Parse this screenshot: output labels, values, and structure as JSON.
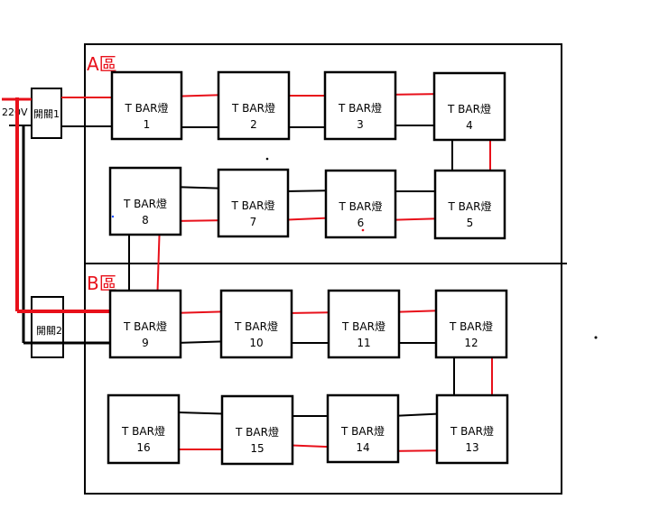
{
  "zones": {
    "a": {
      "label": "A區"
    },
    "b": {
      "label": "B區"
    }
  },
  "power": {
    "label": "220V"
  },
  "switches": {
    "s1": {
      "label": "開關1"
    },
    "s2": {
      "label": "開關2"
    }
  },
  "lamp_text": "T BAR燈",
  "lamps": [
    {
      "num": "1"
    },
    {
      "num": "2"
    },
    {
      "num": "3"
    },
    {
      "num": "4"
    },
    {
      "num": "5"
    },
    {
      "num": "6"
    },
    {
      "num": "7"
    },
    {
      "num": "8"
    },
    {
      "num": "9"
    },
    {
      "num": "10"
    },
    {
      "num": "11"
    },
    {
      "num": "12"
    },
    {
      "num": "13"
    },
    {
      "num": "14"
    },
    {
      "num": "15"
    },
    {
      "num": "16"
    }
  ],
  "colors": {
    "live": "#e8101a",
    "neutral": "#000000"
  }
}
